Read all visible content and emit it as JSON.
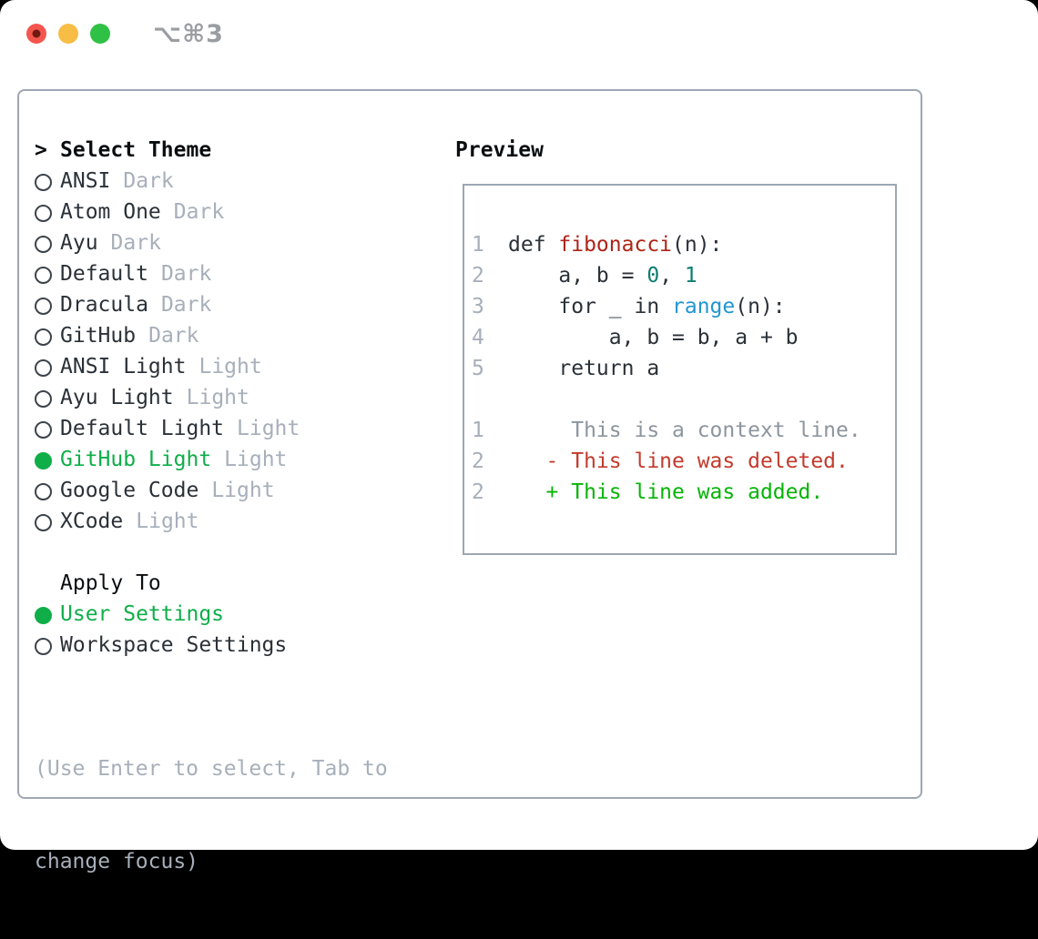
{
  "window": {
    "title": "⌥⌘3"
  },
  "theme_selector": {
    "prompt": ">",
    "header": "Select Theme",
    "items": [
      {
        "name": "ANSI",
        "variant": "Dark",
        "selected": false
      },
      {
        "name": "Atom One",
        "variant": "Dark",
        "selected": false
      },
      {
        "name": "Ayu",
        "variant": "Dark",
        "selected": false
      },
      {
        "name": "Default",
        "variant": "Dark",
        "selected": false
      },
      {
        "name": "Dracula",
        "variant": "Dark",
        "selected": false
      },
      {
        "name": "GitHub",
        "variant": "Dark",
        "selected": false
      },
      {
        "name": "ANSI Light",
        "variant": "Light",
        "selected": false
      },
      {
        "name": "Ayu Light",
        "variant": "Light",
        "selected": false
      },
      {
        "name": "Default Light",
        "variant": "Light",
        "selected": false
      },
      {
        "name": "GitHub Light",
        "variant": "Light",
        "selected": true
      },
      {
        "name": "Google Code",
        "variant": "Light",
        "selected": false
      },
      {
        "name": "XCode",
        "variant": "Light",
        "selected": false
      }
    ],
    "apply_to": {
      "header": "Apply To",
      "options": [
        {
          "label": "User Settings",
          "selected": true
        },
        {
          "label": "Workspace Settings",
          "selected": false
        }
      ]
    },
    "hint": [
      "(Use Enter to select, Tab to",
      "change focus)"
    ]
  },
  "preview": {
    "header": "Preview",
    "code_lines": [
      {
        "num": "1",
        "segments": [
          [
            "def ",
            "fg"
          ],
          [
            "fibonacci",
            "func"
          ],
          [
            "(n):",
            "fg"
          ]
        ]
      },
      {
        "num": "2",
        "segments": [
          [
            "    a, b = ",
            "fg"
          ],
          [
            "0",
            "num"
          ],
          [
            ", ",
            "fg"
          ],
          [
            "1",
            "num"
          ]
        ]
      },
      {
        "num": "3",
        "segments": [
          [
            "    for _ in ",
            "fg"
          ],
          [
            "range",
            "builtin"
          ],
          [
            "(n):",
            "fg"
          ]
        ]
      },
      {
        "num": "4",
        "segments": [
          [
            "        a, b = b, a + b",
            "fg"
          ]
        ]
      },
      {
        "num": "5",
        "segments": [
          [
            "    return a",
            "fg"
          ]
        ]
      },
      {
        "num": "",
        "segments": []
      },
      {
        "num": "1",
        "segments": [
          [
            "     This is a context line.",
            "context"
          ]
        ]
      },
      {
        "num": "2",
        "segments": [
          [
            "   - This line was deleted.",
            "deleted"
          ]
        ]
      },
      {
        "num": "2",
        "segments": [
          [
            "   + This line was added.",
            "added"
          ]
        ]
      }
    ]
  },
  "colors": {
    "foreground": "#2b3138",
    "selection_green": "#0fae49",
    "added_green": "#06b406",
    "deleted_red": "#c43a2d",
    "function_red": "#ae2418",
    "builtin_blue": "#2196d1",
    "number_teal": "#0d7d70",
    "context_gray": "#8d959e",
    "muted_gray": "#a7afba",
    "border_gray": "#9da7b3",
    "traffic_red": "#f4564e",
    "traffic_yellow": "#f7bd45",
    "traffic_green": "#2fc145"
  }
}
